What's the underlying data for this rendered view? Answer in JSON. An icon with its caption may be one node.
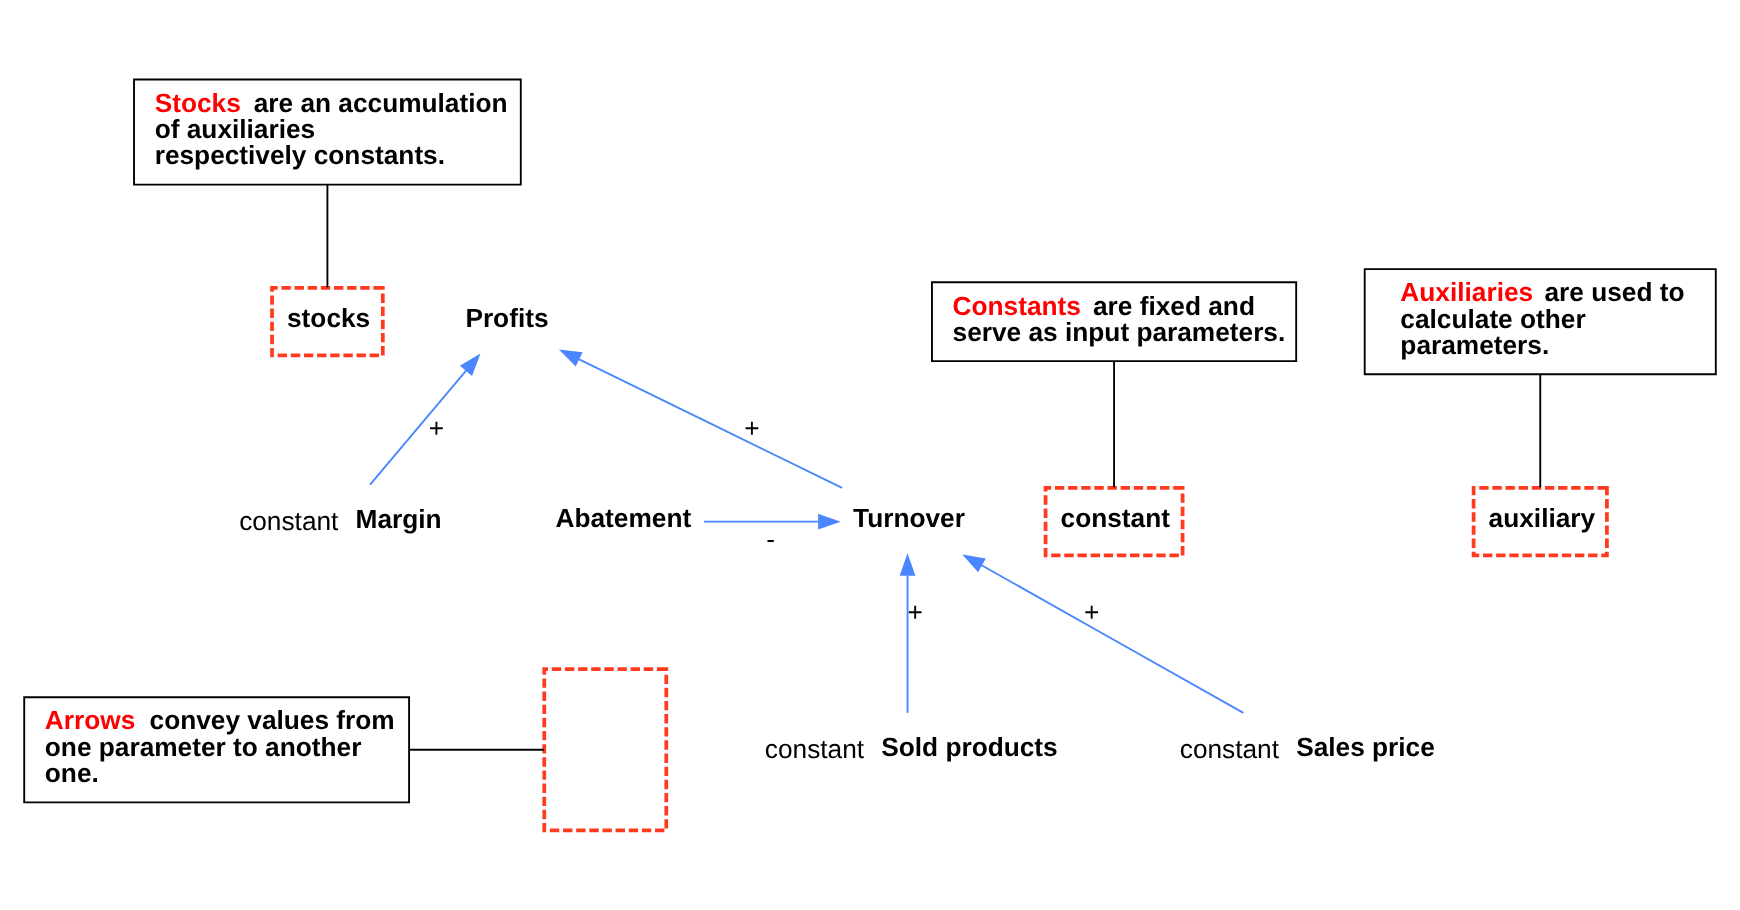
{
  "diagram": {
    "nodes": [
      {
        "text": [
          "Stocks are an accumulation of auxiliaries respectively constants."
        ]
      },
      {
        "text": [
          "stocks"
        ]
      },
      {
        "text": [
          "Profits"
        ]
      },
      {
        "text": [
          "Constants are fixed and serve as input parameters."
        ]
      },
      {
        "text": [
          "Margin"
        ],
        "beside": [
          "constant"
        ]
      },
      {
        "text": [
          "constant"
        ]
      },
      {
        "text": [
          "Abatement"
        ]
      },
      {
        "text": [
          "Turnover"
        ]
      },
      {
        "text": [
          "Auxiliaries are used to calculate other parameters."
        ]
      },
      {
        "text": [
          "auxiliary"
        ]
      },
      {
        "text": [
          "Arrows convey values from one parameter to another one."
        ]
      },
      {
        "text": [],
        "shape": "box"
      },
      {
        "text": [
          "Sold products"
        ],
        "beside": [
          "constant"
        ]
      },
      {
        "text": [
          "Sales price"
        ],
        "beside": [
          "constant"
        ]
      }
    ],
    "edges": [
      {
        "from": 0,
        "to": 1,
        "arrow": "none",
        "color": "#000000"
      },
      {
        "from": 4,
        "to": 2,
        "arrow": "to",
        "label": "+"
      },
      {
        "from": 7,
        "to": 2,
        "arrow": "to",
        "label": "+"
      },
      {
        "from": 3,
        "to": 5,
        "arrow": "none",
        "color": "#000000"
      },
      {
        "from": 6,
        "to": 7,
        "arrow": "to",
        "label": "-"
      },
      {
        "from": 8,
        "to": 9,
        "arrow": "none",
        "color": "#000000"
      },
      {
        "from": 10,
        "to": 11,
        "arrow": "none",
        "color": "#000000"
      },
      {
        "from": 12,
        "to": 7,
        "arrow": "to",
        "label": "+"
      },
      {
        "from": 13,
        "to": 7,
        "arrow": "to",
        "label": "+"
      }
    ]
  }
}
